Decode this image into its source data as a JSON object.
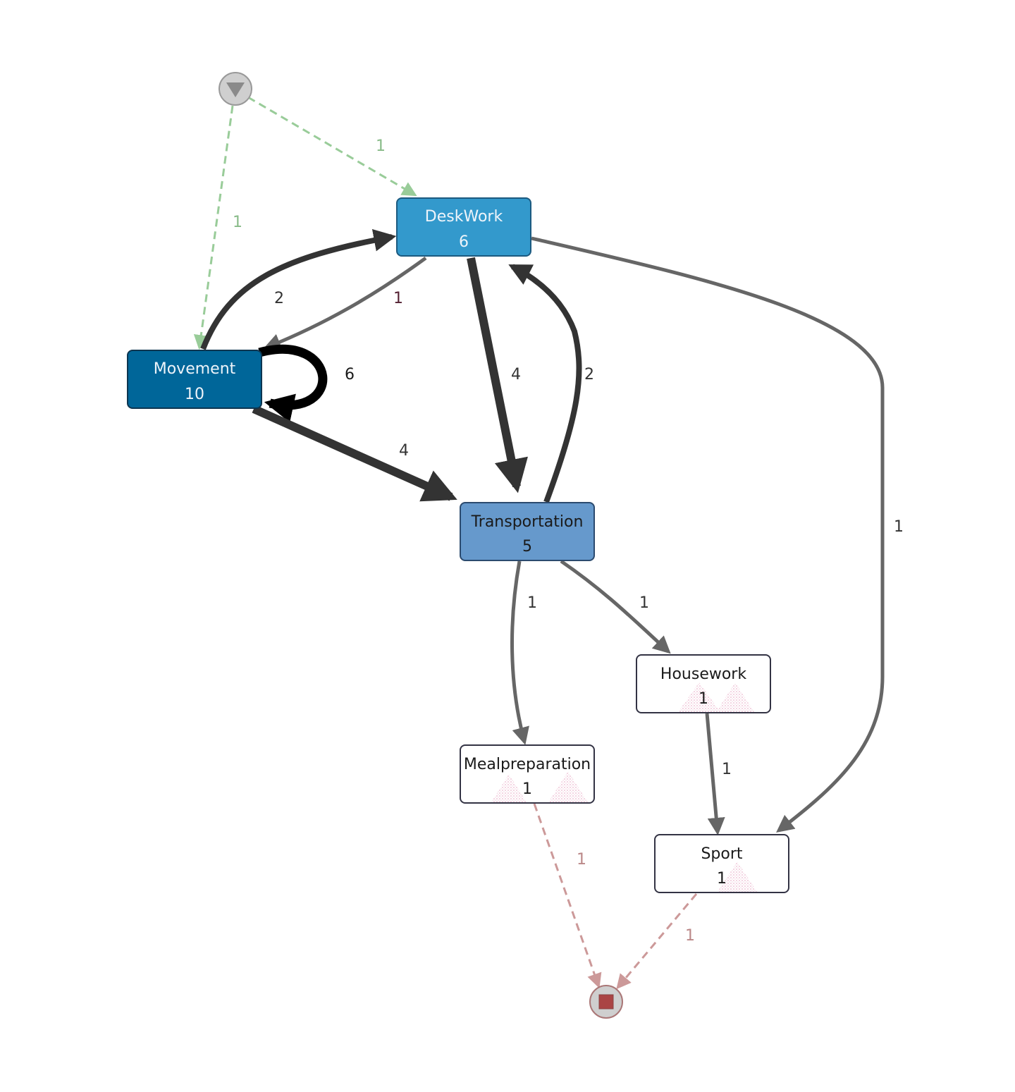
{
  "nodes": {
    "deskwork": {
      "name": "DeskWork",
      "count": "6",
      "fill": "#3399cc"
    },
    "movement": {
      "name": "Movement",
      "count": "10",
      "fill": "#006699"
    },
    "transportation": {
      "name": "Transportation",
      "count": "5",
      "fill": "#6699cc"
    },
    "housework": {
      "name": "Housework",
      "count": "1",
      "fill": "#ffffff"
    },
    "mealpreparation": {
      "name": "Mealpreparation",
      "count": "1",
      "fill": "#ffffff"
    },
    "sport": {
      "name": "Sport",
      "count": "1",
      "fill": "#ffffff"
    }
  },
  "edges": {
    "start_deskwork": "1",
    "start_movement": "1",
    "movement_deskwork": "2",
    "deskwork_movement": "1",
    "movement_self": "6",
    "deskwork_transportation": "4",
    "transportation_deskwork": "2",
    "movement_transportation": "4",
    "deskwork_sport": "1",
    "transportation_mealpreparation": "1",
    "transportation_housework": "1",
    "housework_sport": "1",
    "mealpreparation_end": "1",
    "sport_end": "1"
  },
  "colors": {
    "start_edge": "#99cc99",
    "end_edge": "#cc9999",
    "start_label": "#88bb88",
    "end_label": "#bb8888",
    "edge_dark": "#333333",
    "edge_mid": "#666666"
  }
}
